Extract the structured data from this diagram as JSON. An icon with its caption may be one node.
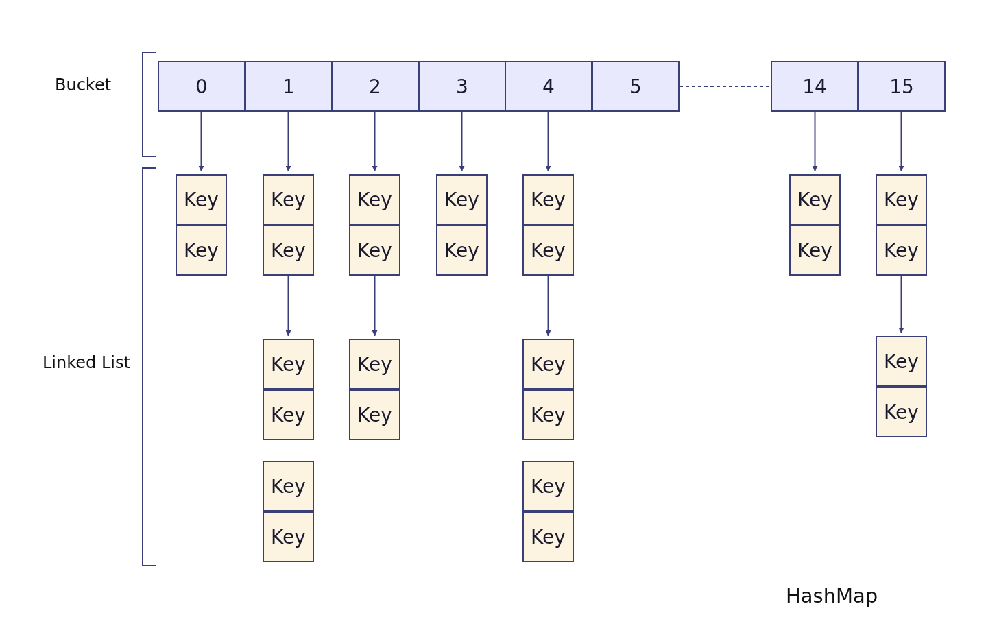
{
  "diagram": {
    "caption": "HashMap",
    "nodes": [
      {
        "text": [
          "0"
        ]
      },
      {
        "text": [
          "1"
        ]
      },
      {
        "text": [
          "2"
        ]
      },
      {
        "text": [
          "3"
        ]
      },
      {
        "text": [
          "4"
        ]
      },
      {
        "text": [
          "5"
        ]
      },
      {
        "text": [
          "14"
        ]
      },
      {
        "text": [
          "15"
        ]
      },
      {
        "text": [
          "Key"
        ]
      },
      {
        "text": [
          "Key"
        ]
      },
      {
        "text": [
          "Key"
        ]
      },
      {
        "text": [
          "Key"
        ]
      },
      {
        "text": [
          "Key"
        ]
      },
      {
        "text": [
          "Key"
        ]
      },
      {
        "text": [
          "Key"
        ]
      },
      {
        "text": [
          "Key"
        ]
      },
      {
        "text": [
          "Key"
        ]
      },
      {
        "text": [
          "Key"
        ]
      },
      {
        "text": [
          "Key"
        ]
      },
      {
        "text": [
          "Key"
        ]
      },
      {
        "text": [
          "Key"
        ]
      },
      {
        "text": [
          "Key"
        ]
      },
      {
        "text": [
          "Key"
        ]
      },
      {
        "text": [
          "Key"
        ]
      },
      {
        "text": [
          "Key"
        ]
      },
      {
        "text": [
          "Key"
        ]
      },
      {
        "text": [
          "Key"
        ]
      },
      {
        "text": [
          "Key"
        ]
      },
      {
        "text": [
          "Key"
        ]
      },
      {
        "text": [
          "Key"
        ]
      },
      {
        "text": [
          "Key"
        ]
      },
      {
        "text": [
          "Key"
        ]
      },
      {
        "text": [
          "Key"
        ]
      },
      {
        "text": [
          "Key"
        ]
      }
    ],
    "edges": [
      {
        "from": 0,
        "to": 8,
        "arrow": "to"
      },
      {
        "from": 1,
        "to": 9,
        "arrow": "to"
      },
      {
        "from": 2,
        "to": 10,
        "arrow": "to"
      },
      {
        "from": 3,
        "to": 11,
        "arrow": "to"
      },
      {
        "from": 4,
        "to": 12,
        "arrow": "to"
      },
      {
        "from": 6,
        "to": 13,
        "arrow": "to"
      },
      {
        "from": 7,
        "to": 14,
        "arrow": "to"
      },
      {
        "from": 5,
        "to": 6,
        "arrow": "none",
        "style": "dashed"
      },
      {
        "from": 16,
        "to": 22,
        "arrow": "to"
      },
      {
        "from": 17,
        "to": 23,
        "arrow": "to"
      },
      {
        "from": 19,
        "to": 24,
        "arrow": "to"
      },
      {
        "from": 21,
        "to": 25,
        "arrow": "to"
      }
    ],
    "labels": [
      "Bucket",
      "Linked List"
    ]
  }
}
